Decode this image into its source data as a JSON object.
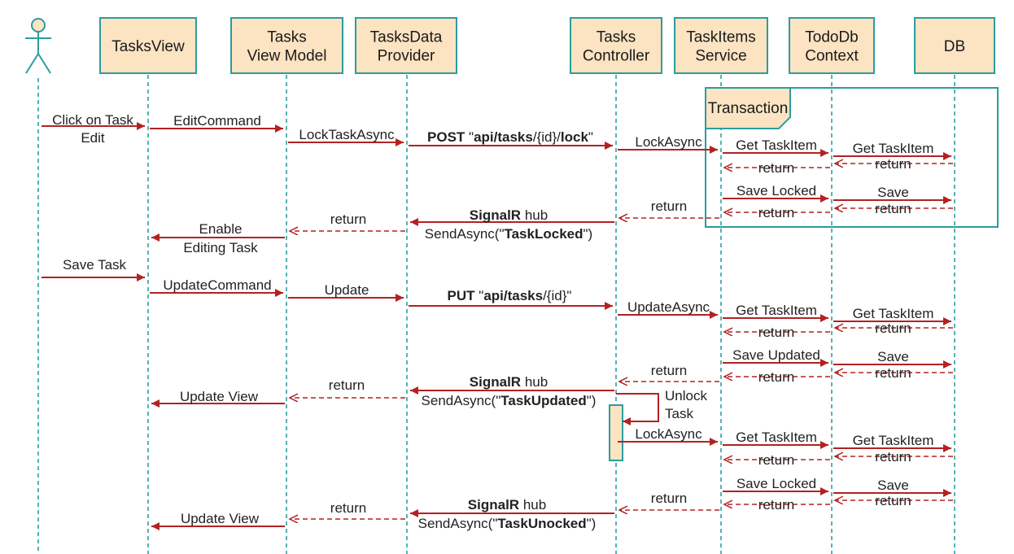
{
  "participants": [
    {
      "id": "user",
      "actor": true,
      "lines": []
    },
    {
      "id": "tasksview",
      "lines": [
        "TasksView"
      ]
    },
    {
      "id": "vm",
      "lines": [
        "Tasks",
        "View Model"
      ]
    },
    {
      "id": "provider",
      "lines": [
        "TasksData",
        "Provider"
      ]
    },
    {
      "id": "controller",
      "lines": [
        "Tasks",
        "Controller"
      ]
    },
    {
      "id": "service",
      "lines": [
        "TaskItems",
        "Service"
      ]
    },
    {
      "id": "dbctx",
      "lines": [
        "TodoDb",
        "Context"
      ]
    },
    {
      "id": "db",
      "lines": [
        "DB"
      ]
    }
  ],
  "frame": {
    "label": "Transaction"
  },
  "activation": {
    "participant": "controller"
  },
  "messages": [
    {
      "from": "user",
      "to": "tasksview",
      "kind": "solid",
      "label": [
        [
          {
            "t": "Click on Task"
          }
        ],
        [
          {
            "t": "Edit"
          }
        ]
      ]
    },
    {
      "from": "tasksview",
      "to": "vm",
      "kind": "solid",
      "label": [
        [
          {
            "t": "EditCommand"
          }
        ]
      ]
    },
    {
      "from": "vm",
      "to": "provider",
      "kind": "solid",
      "label": [
        [
          {
            "t": "LockTaskAsync"
          }
        ]
      ]
    },
    {
      "from": "provider",
      "to": "controller",
      "kind": "solid",
      "label": [
        [
          {
            "t": "POST",
            "b": true
          },
          {
            "t": " \""
          },
          {
            "t": "api/tasks",
            "b": true
          },
          {
            "t": "/{id}/"
          },
          {
            "t": "lock",
            "b": true
          },
          {
            "t": "\""
          }
        ]
      ]
    },
    {
      "from": "controller",
      "to": "service",
      "kind": "solid",
      "label": [
        [
          {
            "t": "LockAsync"
          }
        ]
      ]
    },
    {
      "from": "service",
      "to": "dbctx",
      "kind": "solid",
      "label": [
        [
          {
            "t": "Get TaskItem"
          }
        ]
      ]
    },
    {
      "from": "dbctx",
      "to": "db",
      "kind": "solid",
      "label": [
        [
          {
            "t": "Get TaskItem"
          }
        ]
      ]
    },
    {
      "from": "db",
      "to": "dbctx",
      "kind": "dashed",
      "label": [
        [
          {
            "t": "return"
          }
        ]
      ]
    },
    {
      "from": "dbctx",
      "to": "service",
      "kind": "dashed",
      "label": [
        [
          {
            "t": "return"
          }
        ]
      ]
    },
    {
      "from": "service",
      "to": "dbctx",
      "kind": "solid",
      "label": [
        [
          {
            "t": "Save Locked"
          }
        ]
      ]
    },
    {
      "from": "dbctx",
      "to": "db",
      "kind": "solid",
      "label": [
        [
          {
            "t": "Save"
          }
        ]
      ]
    },
    {
      "from": "db",
      "to": "dbctx",
      "kind": "dashed",
      "label": [
        [
          {
            "t": "return"
          }
        ]
      ]
    },
    {
      "from": "dbctx",
      "to": "service",
      "kind": "dashed",
      "label": [
        [
          {
            "t": "return"
          }
        ]
      ]
    },
    {
      "from": "service",
      "to": "controller",
      "kind": "dashed",
      "label": [
        [
          {
            "t": "return"
          }
        ]
      ]
    },
    {
      "from": "controller",
      "to": "provider",
      "kind": "solid",
      "label": [
        [
          {
            "t": "SignalR",
            "b": true
          },
          {
            "t": " hub"
          }
        ],
        [
          {
            "t": "SendAsync(\""
          },
          {
            "t": "TaskLocked",
            "b": true
          },
          {
            "t": "\")"
          }
        ]
      ]
    },
    {
      "from": "provider",
      "to": "vm",
      "kind": "dashed",
      "label": [
        [
          {
            "t": "return"
          }
        ]
      ]
    },
    {
      "from": "vm",
      "to": "tasksview",
      "kind": "solid",
      "label": [
        [
          {
            "t": "Enable"
          }
        ],
        [
          {
            "t": "Editing Task"
          }
        ]
      ]
    },
    {
      "from": "user",
      "to": "tasksview",
      "kind": "solid",
      "label": [
        [
          {
            "t": "Save Task"
          }
        ]
      ]
    },
    {
      "from": "tasksview",
      "to": "vm",
      "kind": "solid",
      "label": [
        [
          {
            "t": "UpdateCommand"
          }
        ]
      ]
    },
    {
      "from": "vm",
      "to": "provider",
      "kind": "solid",
      "label": [
        [
          {
            "t": "Update"
          }
        ]
      ]
    },
    {
      "from": "provider",
      "to": "controller",
      "kind": "solid",
      "label": [
        [
          {
            "t": "PUT",
            "b": true
          },
          {
            "t": " \""
          },
          {
            "t": "api/tasks",
            "b": true
          },
          {
            "t": "/{id}\""
          }
        ]
      ]
    },
    {
      "from": "controller",
      "to": "service",
      "kind": "solid",
      "label": [
        [
          {
            "t": "UpdateAsync"
          }
        ]
      ]
    },
    {
      "from": "service",
      "to": "dbctx",
      "kind": "solid",
      "label": [
        [
          {
            "t": "Get TaskItem"
          }
        ]
      ]
    },
    {
      "from": "dbctx",
      "to": "db",
      "kind": "solid",
      "label": [
        [
          {
            "t": "Get TaskItem"
          }
        ]
      ]
    },
    {
      "from": "db",
      "to": "dbctx",
      "kind": "dashed",
      "label": [
        [
          {
            "t": "return"
          }
        ]
      ]
    },
    {
      "from": "dbctx",
      "to": "service",
      "kind": "dashed",
      "label": [
        [
          {
            "t": "return"
          }
        ]
      ]
    },
    {
      "from": "service",
      "to": "dbctx",
      "kind": "solid",
      "label": [
        [
          {
            "t": "Save Updated"
          }
        ]
      ]
    },
    {
      "from": "dbctx",
      "to": "db",
      "kind": "solid",
      "label": [
        [
          {
            "t": "Save"
          }
        ]
      ]
    },
    {
      "from": "db",
      "to": "dbctx",
      "kind": "dashed",
      "label": [
        [
          {
            "t": "return"
          }
        ]
      ]
    },
    {
      "from": "dbctx",
      "to": "service",
      "kind": "dashed",
      "label": [
        [
          {
            "t": "return"
          }
        ]
      ]
    },
    {
      "from": "service",
      "to": "controller",
      "kind": "dashed",
      "label": [
        [
          {
            "t": "return"
          }
        ]
      ]
    },
    {
      "from": "controller",
      "to": "provider",
      "kind": "solid",
      "label": [
        [
          {
            "t": "SignalR",
            "b": true
          },
          {
            "t": " hub"
          }
        ],
        [
          {
            "t": "SendAsync(\""
          },
          {
            "t": "TaskUpdated",
            "b": true
          },
          {
            "t": "\")"
          }
        ]
      ]
    },
    {
      "from": "provider",
      "to": "vm",
      "kind": "dashed",
      "label": [
        [
          {
            "t": "return"
          }
        ]
      ]
    },
    {
      "from": "vm",
      "to": "tasksview",
      "kind": "solid",
      "label": [
        [
          {
            "t": "Update View"
          }
        ]
      ]
    },
    {
      "from": "controller",
      "to": "controller",
      "kind": "self",
      "label": [
        [
          {
            "t": "Unlock"
          }
        ],
        [
          {
            "t": "Task"
          }
        ]
      ]
    },
    {
      "from": "controller",
      "to": "service",
      "kind": "solid",
      "label": [
        [
          {
            "t": "LockAsync"
          }
        ]
      ]
    },
    {
      "from": "service",
      "to": "dbctx",
      "kind": "solid",
      "label": [
        [
          {
            "t": "Get TaskItem"
          }
        ]
      ]
    },
    {
      "from": "dbctx",
      "to": "db",
      "kind": "solid",
      "label": [
        [
          {
            "t": "Get TaskItem"
          }
        ]
      ]
    },
    {
      "from": "db",
      "to": "dbctx",
      "kind": "dashed",
      "label": [
        [
          {
            "t": "return"
          }
        ]
      ]
    },
    {
      "from": "dbctx",
      "to": "service",
      "kind": "dashed",
      "label": [
        [
          {
            "t": "return"
          }
        ]
      ]
    },
    {
      "from": "service",
      "to": "dbctx",
      "kind": "solid",
      "label": [
        [
          {
            "t": "Save Locked"
          }
        ]
      ]
    },
    {
      "from": "dbctx",
      "to": "db",
      "kind": "solid",
      "label": [
        [
          {
            "t": "Save"
          }
        ]
      ]
    },
    {
      "from": "db",
      "to": "dbctx",
      "kind": "dashed",
      "label": [
        [
          {
            "t": "return"
          }
        ]
      ]
    },
    {
      "from": "dbctx",
      "to": "service",
      "kind": "dashed",
      "label": [
        [
          {
            "t": "return"
          }
        ]
      ]
    },
    {
      "from": "service",
      "to": "controller",
      "kind": "dashed",
      "label": [
        [
          {
            "t": "return"
          }
        ]
      ]
    },
    {
      "from": "controller",
      "to": "provider",
      "kind": "solid",
      "label": [
        [
          {
            "t": "SignalR",
            "b": true
          },
          {
            "t": " hub"
          }
        ],
        [
          {
            "t": "SendAsync(\""
          },
          {
            "t": "TaskUnocked",
            "b": true
          },
          {
            "t": "\")"
          }
        ]
      ]
    },
    {
      "from": "provider",
      "to": "vm",
      "kind": "dashed",
      "label": [
        [
          {
            "t": "return"
          }
        ]
      ]
    },
    {
      "from": "vm",
      "to": "tasksview",
      "kind": "solid",
      "label": [
        [
          {
            "t": "Update View"
          }
        ]
      ]
    }
  ]
}
